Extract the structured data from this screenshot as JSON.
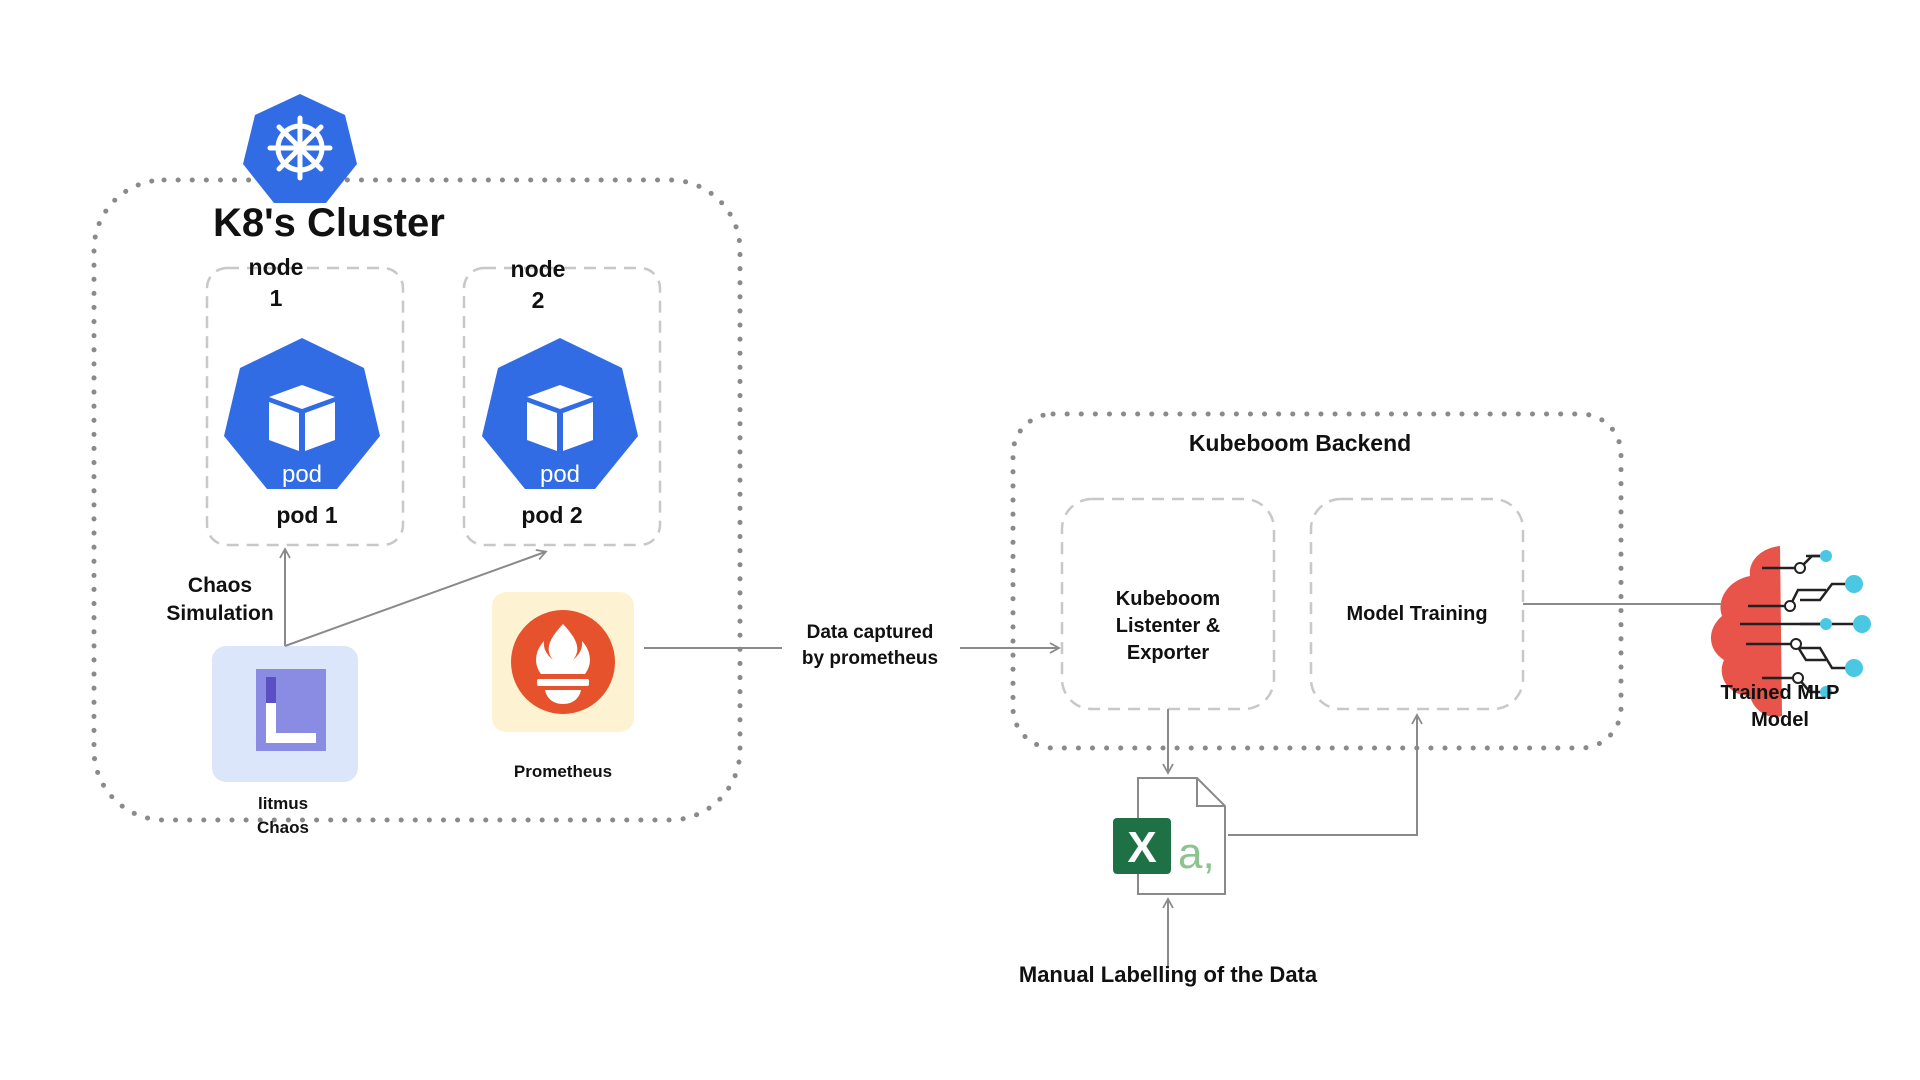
{
  "cluster": {
    "title": "K8's Cluster",
    "node1": {
      "label": "node\n1",
      "pod_label": "pod 1",
      "pod_icon_text": "pod"
    },
    "node2": {
      "label": "node\n2",
      "pod_label": "pod 2",
      "pod_icon_text": "pod"
    },
    "chaos_label": "Chaos\nSimulation",
    "litmus_label": "litmus\nChaos",
    "prometheus_label": "Prometheus"
  },
  "flow": {
    "data_captured_label": "Data  captured\nby prometheus",
    "manual_label": "Manual  Labelling of the Data",
    "excel_letter": "X",
    "excel_suffix": "a,"
  },
  "backend": {
    "title": "Kubeboom Backend",
    "listener_label": "Kubeboom\nListenter &\nExporter",
    "training_label": "Model Training"
  },
  "model": {
    "label": "Trained MLP\nModel"
  },
  "colors": {
    "k8s_blue": "#326CE5",
    "prometheus_red": "#E6522C",
    "prometheus_bg": "#FDF3D3",
    "litmus_bg": "#DCE6FB",
    "litmus_purple": "#8A8BE3",
    "excel_green": "#1E7145",
    "brain_red": "#E8534A",
    "brain_dots": "#4AC8E3",
    "dotted_border": "#8A8A8A",
    "dashed_border": "#C8C8C8",
    "arrow": "#8A8A8A"
  }
}
